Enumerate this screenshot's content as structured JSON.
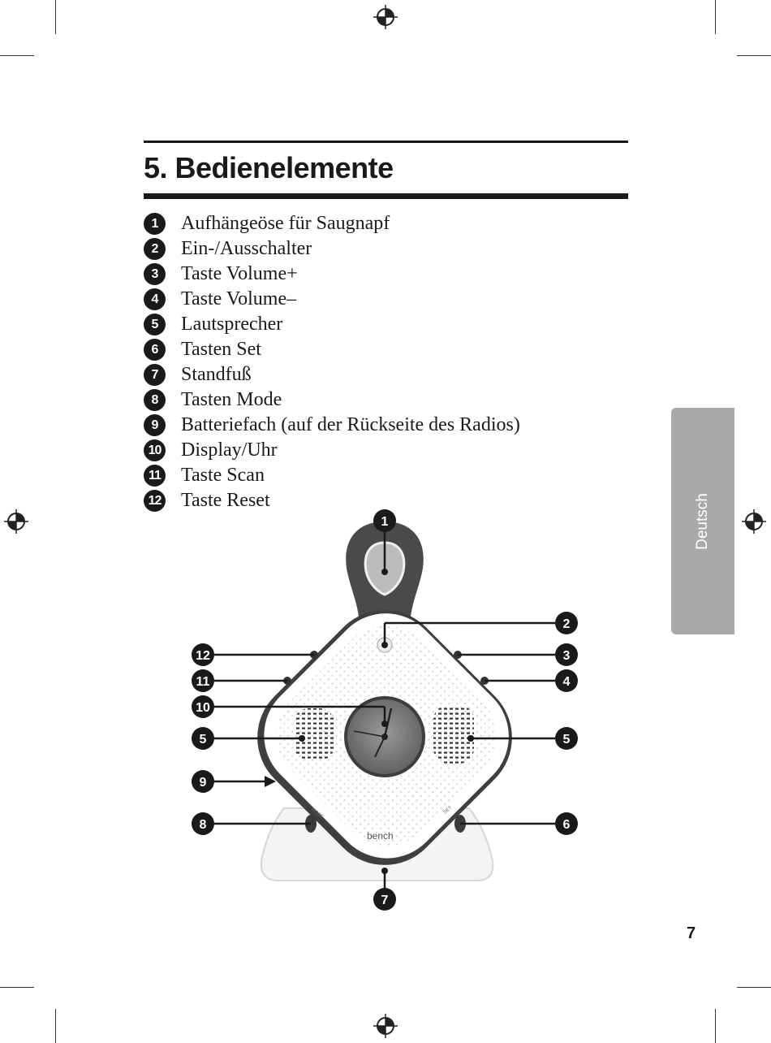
{
  "section": {
    "title": "5. Bedienelemente"
  },
  "legend": [
    {
      "num": "1",
      "label": "Aufhängeöse für Saugnapf"
    },
    {
      "num": "2",
      "label": "Ein-/Ausschalter"
    },
    {
      "num": "3",
      "label": "Taste Volume+"
    },
    {
      "num": "4",
      "label": "Taste Volume–"
    },
    {
      "num": "5",
      "label": "Lautsprecher"
    },
    {
      "num": "6",
      "label": "Tasten Set"
    },
    {
      "num": "7",
      "label": "Standfuß"
    },
    {
      "num": "8",
      "label": "Tasten Mode"
    },
    {
      "num": "9",
      "label": "Batteriefach (auf der Rückseite des Radios)"
    },
    {
      "num": "10",
      "label": "Display/Uhr"
    },
    {
      "num": "11",
      "label": "Taste Scan"
    },
    {
      "num": "12",
      "label": "Taste Reset"
    }
  ],
  "side_tab": {
    "label": "Deutsch"
  },
  "page": {
    "number": "7"
  },
  "device": {
    "brand": "bench",
    "button_labels": {
      "mode": "MODE",
      "set": "SET"
    }
  },
  "callouts": [
    "1",
    "2",
    "3",
    "4",
    "5",
    "5",
    "6",
    "7",
    "8",
    "9",
    "10",
    "11",
    "12"
  ]
}
